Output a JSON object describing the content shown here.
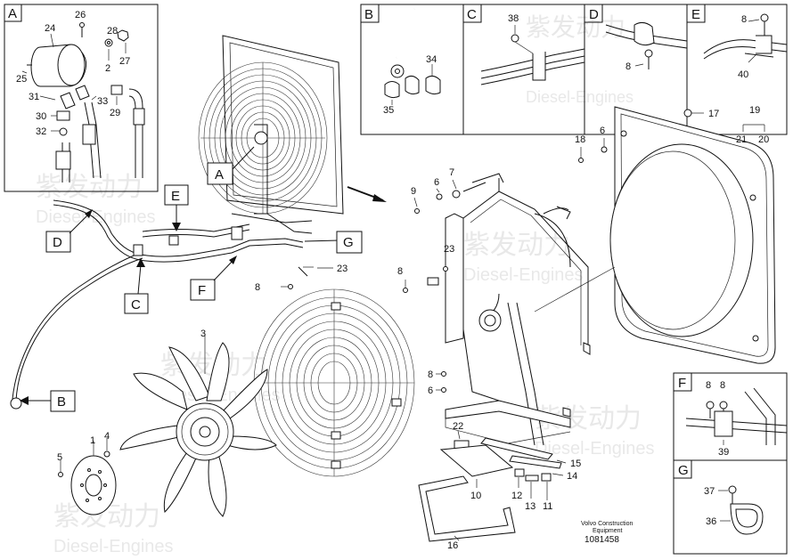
{
  "detail_boxes": {
    "A": "A",
    "B": "B",
    "C": "C",
    "D": "D",
    "E": "E",
    "F": "F",
    "G": "G"
  },
  "callouts": {
    "A": "A",
    "B": "B",
    "C": "C",
    "D": "D",
    "E": "E",
    "F": "F",
    "G": "G"
  },
  "labels": {
    "a_26": "26",
    "a_24": "24",
    "a_28": "28",
    "a_2": "2",
    "a_27": "27",
    "a_25": "25",
    "a_31": "31",
    "a_33": "33",
    "a_29": "29",
    "a_30": "30",
    "a_32": "32",
    "b_34": "34",
    "b_35": "35",
    "c_38": "38",
    "d_8": "8",
    "e_8": "8",
    "e_40": "40",
    "f_8a": "8",
    "f_8b": "8",
    "f_39": "39",
    "g_37": "37",
    "g_36": "36",
    "m_17": "17",
    "m_19": "19",
    "m_21": "21",
    "m_20": "20",
    "m_18": "18",
    "m_6a": "6",
    "m_7": "7",
    "m_9": "9",
    "m_6b": "6",
    "m_23a": "23",
    "m_8a": "8",
    "m_23b": "23",
    "m_8b": "8",
    "m_3": "3",
    "m_8c": "8",
    "m_6c": "6",
    "m_22": "22",
    "m_1": "1",
    "m_4": "4",
    "m_5": "5",
    "m_15": "15",
    "m_14": "14",
    "m_10": "10",
    "m_12": "12",
    "m_13": "13",
    "m_11": "11",
    "m_16": "16"
  },
  "footer": {
    "brand": "Volvo Construction",
    "brand2": "Equipment",
    "number": "1081458"
  },
  "watermark": {
    "cn": "紫发动力",
    "en": "Diesel-Engines"
  }
}
